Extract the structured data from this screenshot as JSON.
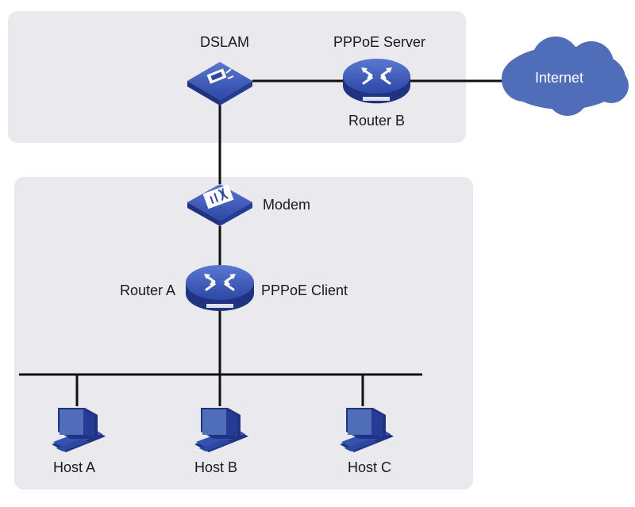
{
  "devices": {
    "dslam": "DSLAM",
    "pppoe_server": "PPPoE Server",
    "router_b": "Router B",
    "internet": "Internet",
    "modem": "Modem",
    "router_a": "Router A",
    "pppoe_client": "PPPoE Client",
    "host_a": "Host A",
    "host_b": "Host B",
    "host_c": "Host C"
  },
  "colors": {
    "device_blue": "#2f4aa8",
    "device_dark": "#1f3380",
    "cloud": "#4f6db8",
    "link": "#111111",
    "zone": "#e9e9ee"
  }
}
